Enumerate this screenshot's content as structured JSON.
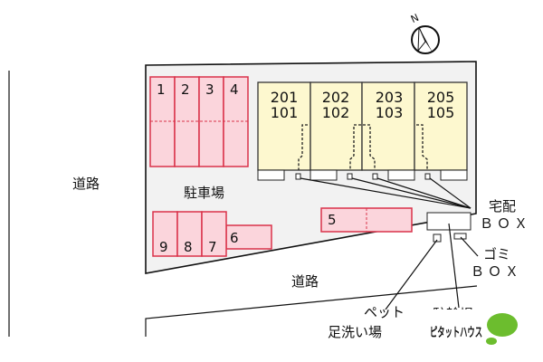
{
  "map": {
    "road_left": "道路",
    "road_bottom": "道路",
    "parking_label": "駐車場",
    "parking_spaces": [
      "1",
      "2",
      "3",
      "4",
      "5",
      "6",
      "7",
      "8",
      "9"
    ],
    "units": [
      {
        "upper": "201",
        "lower": "101"
      },
      {
        "upper": "202",
        "lower": "102"
      },
      {
        "upper": "203",
        "lower": "103"
      },
      {
        "upper": "205",
        "lower": "105"
      }
    ],
    "delivery_box": [
      "宅配",
      "ＢＯＸ"
    ],
    "garbage_box": [
      "ゴミ",
      "ＢＯＸ"
    ],
    "pet_wash": [
      "ペット",
      "足洗い場"
    ],
    "bicycle_parking_partial": "駐輪場",
    "north_label": "N",
    "brand_logo": "ピタットハウス"
  },
  "colors": {
    "parking": "#fbd5dc",
    "building": "#fdf8cf",
    "logo_green": "#6cbd2e"
  }
}
